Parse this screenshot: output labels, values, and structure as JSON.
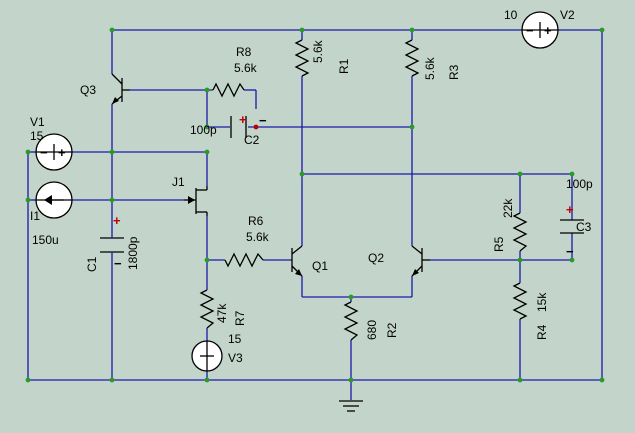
{
  "labels": {
    "V1_name": "V1",
    "V1_value": "15",
    "V2_name": "V2",
    "V2_value": "10",
    "V3_name": "V3",
    "V3_value": "15",
    "I1_name": "I1",
    "I1_value": "150u",
    "C1_name": "C1",
    "C1_value": "1800p",
    "C2_name": "C2",
    "C2_value": "100p",
    "C3_name": "C3",
    "C3_value": "100p",
    "R1_name": "R1",
    "R1_value": "5.6k",
    "R2_name": "R2",
    "R2_value": "680",
    "R3_name": "R3",
    "R3_value": "5.6k",
    "R4_name": "R4",
    "R4_value": "15k",
    "R5_name": "R5",
    "R5_value": "22k",
    "R6_name": "R6",
    "R6_value": "5.6k",
    "R7_name": "R7",
    "R7_value": "47k",
    "R8_name": "R8",
    "R8_value": "5.6k",
    "J1_name": "J1",
    "Q1_name": "Q1",
    "Q2_name": "Q2",
    "Q3_name": "Q3"
  },
  "colors": {
    "background": "#c3d5cb",
    "wire": "#1a1aa8",
    "node_dot": "#2a9a2a",
    "polarity_marker": "#c00000"
  }
}
